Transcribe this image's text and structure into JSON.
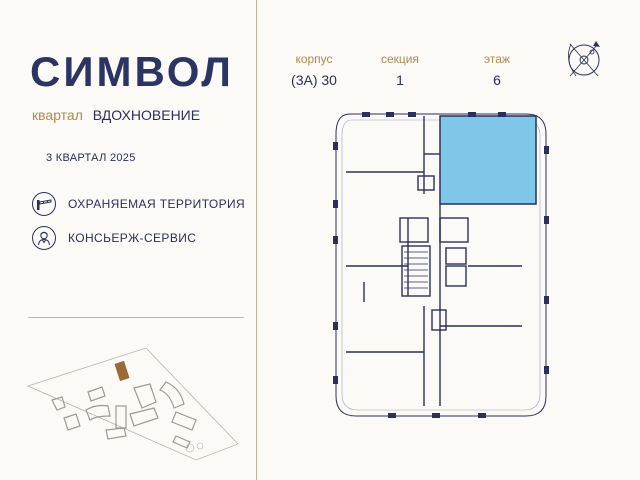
{
  "brand": {
    "logo": "СИМВОЛ"
  },
  "district": {
    "label": "квартал",
    "name": "ВДОХНОВЕНИЕ"
  },
  "completion": "3 КВАРТАЛ 2025",
  "features": [
    {
      "icon": "barrier-gate-icon",
      "text": "ОХРАНЯЕМАЯ ТЕРРИТОРИЯ"
    },
    {
      "icon": "concierge-icon",
      "text": "КОНСЬЕРЖ-СЕРВИС"
    }
  ],
  "info": {
    "korpus_label": "корпус",
    "korpus_value": "(3А) 30",
    "section_label": "секция",
    "section_value": "1",
    "floor_label": "этаж",
    "floor_value": "6"
  },
  "colors": {
    "navy": "#2b2f5c",
    "gold": "#b08a4e",
    "highlight": "#7fc7e8",
    "background": "#fbfaf7"
  }
}
